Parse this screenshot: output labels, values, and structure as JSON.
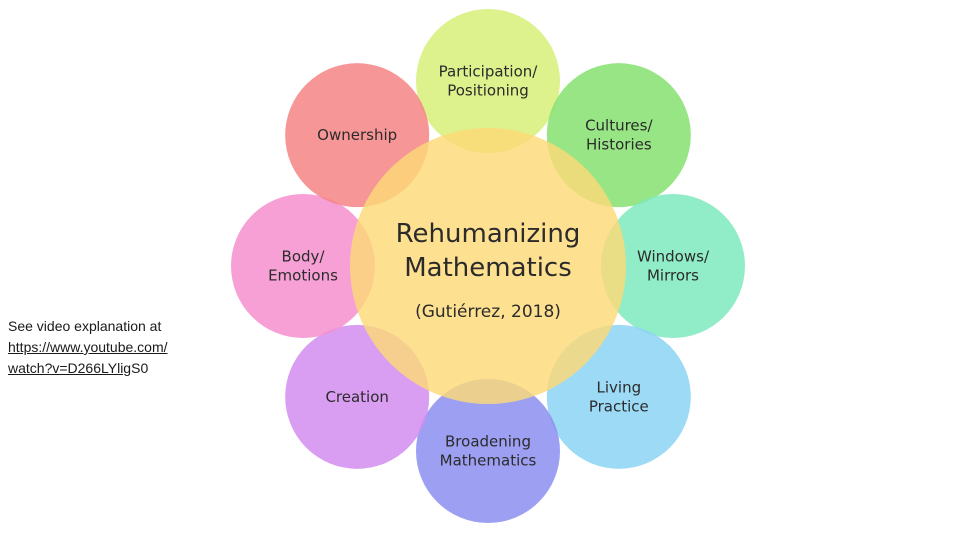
{
  "note": {
    "intro": "See video explanation at",
    "link_line1": "https://www.youtube.com/",
    "link_line2": "watch?v=D266LYlig",
    "link_line2_tail": "S0"
  },
  "diagram": {
    "center": {
      "title_line1": "Rehumanizing",
      "title_line2": "Mathematics",
      "citation": "(Gutiérrez, 2018)",
      "color": "#fdd978"
    },
    "petals": [
      {
        "name": "participation",
        "lines": [
          "Participation/",
          "Positioning"
        ],
        "color": "#d7ef79"
      },
      {
        "name": "cultures",
        "lines": [
          "Cultures/",
          "Histories"
        ],
        "color": "#85e070"
      },
      {
        "name": "windows",
        "lines": [
          "Windows/",
          "Mirrors"
        ],
        "color": "#7ee9be"
      },
      {
        "name": "living",
        "lines": [
          "Living",
          "Practice"
        ],
        "color": "#8bd3f3"
      },
      {
        "name": "broadening",
        "lines": [
          "Broadening",
          "Mathematics"
        ],
        "color": "#8c8ff0"
      },
      {
        "name": "creation",
        "lines": [
          "Creation"
        ],
        "color": "#d28df0"
      },
      {
        "name": "body",
        "lines": [
          "Body/",
          "Emotions"
        ],
        "color": "#f58fce"
      },
      {
        "name": "ownership",
        "lines": [
          "Ownership"
        ],
        "color": "#f48484"
      }
    ]
  }
}
